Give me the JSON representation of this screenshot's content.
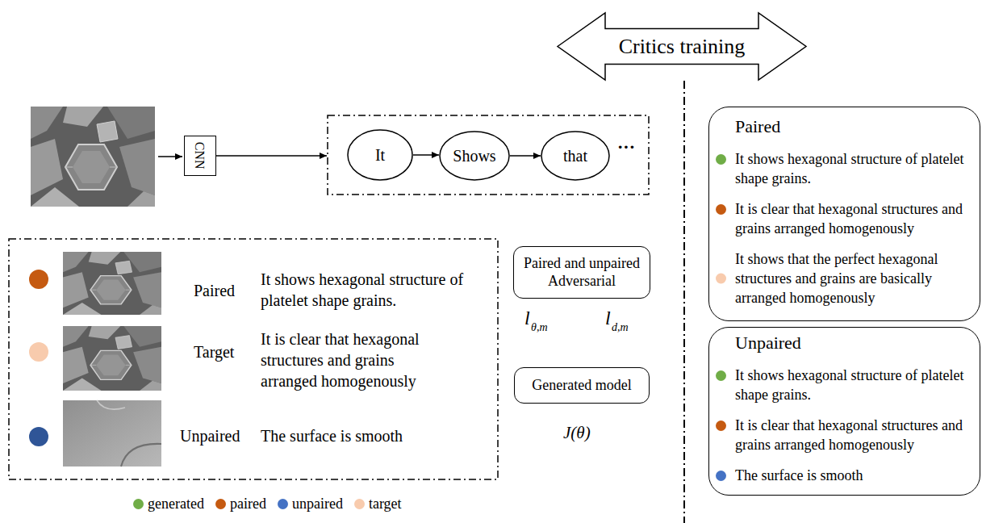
{
  "diagram": {
    "nodes": [
      {
        "text": [
          "CNN"
        ]
      },
      {
        "text": [
          "···"
        ]
      },
      {
        "text": [
          "It"
        ],
        "in": 1
      },
      {
        "text": [
          "Shows"
        ],
        "in": 1
      },
      {
        "text": [
          "that"
        ],
        "in": 1
      },
      {
        "text": [
          "Critics training"
        ]
      },
      {
        "text": [
          "Paired",
          "It shows hexagonal structure of platelet shape grains.",
          "Target",
          "It is clear that hexagonal structures and grains arranged homogenously",
          "Unpaired",
          "The surface is smooth"
        ]
      },
      {
        "text": [
          "Paired and unpaired Adversarial"
        ]
      },
      {
        "text": [
          "Generated model"
        ]
      },
      {
        "text": [
          "Paired",
          "It shows hexagonal structure of platelet shape grains.",
          "It is clear that hexagonal structures and grains arranged homogenously",
          "It shows that the perfect hexagonal structures and grains are basically arranged homogenously"
        ]
      },
      {
        "text": [
          "Unpaired",
          "It shows hexagonal structure of platelet shape grains.",
          "It is clear that hexagonal structures and grains arranged homogenously",
          "The surface is smooth"
        ]
      }
    ],
    "edges": [
      {
        "from": 0,
        "to": 1,
        "arrow": "to"
      },
      {
        "from": 2,
        "to": 3,
        "arrow": "to"
      },
      {
        "from": 3,
        "to": 4,
        "arrow": "to"
      }
    ],
    "labels": [
      "l",
      "θ,m",
      "l",
      "d,m",
      "J(θ)"
    ],
    "legend": [
      {
        "text": "generated",
        "color": "#70ad47"
      },
      {
        "text": "paired",
        "color": "#c55a11"
      },
      {
        "text": "unpaired",
        "color": "#4472c4"
      },
      {
        "text": "target",
        "color": "#f8cbad"
      }
    ]
  }
}
